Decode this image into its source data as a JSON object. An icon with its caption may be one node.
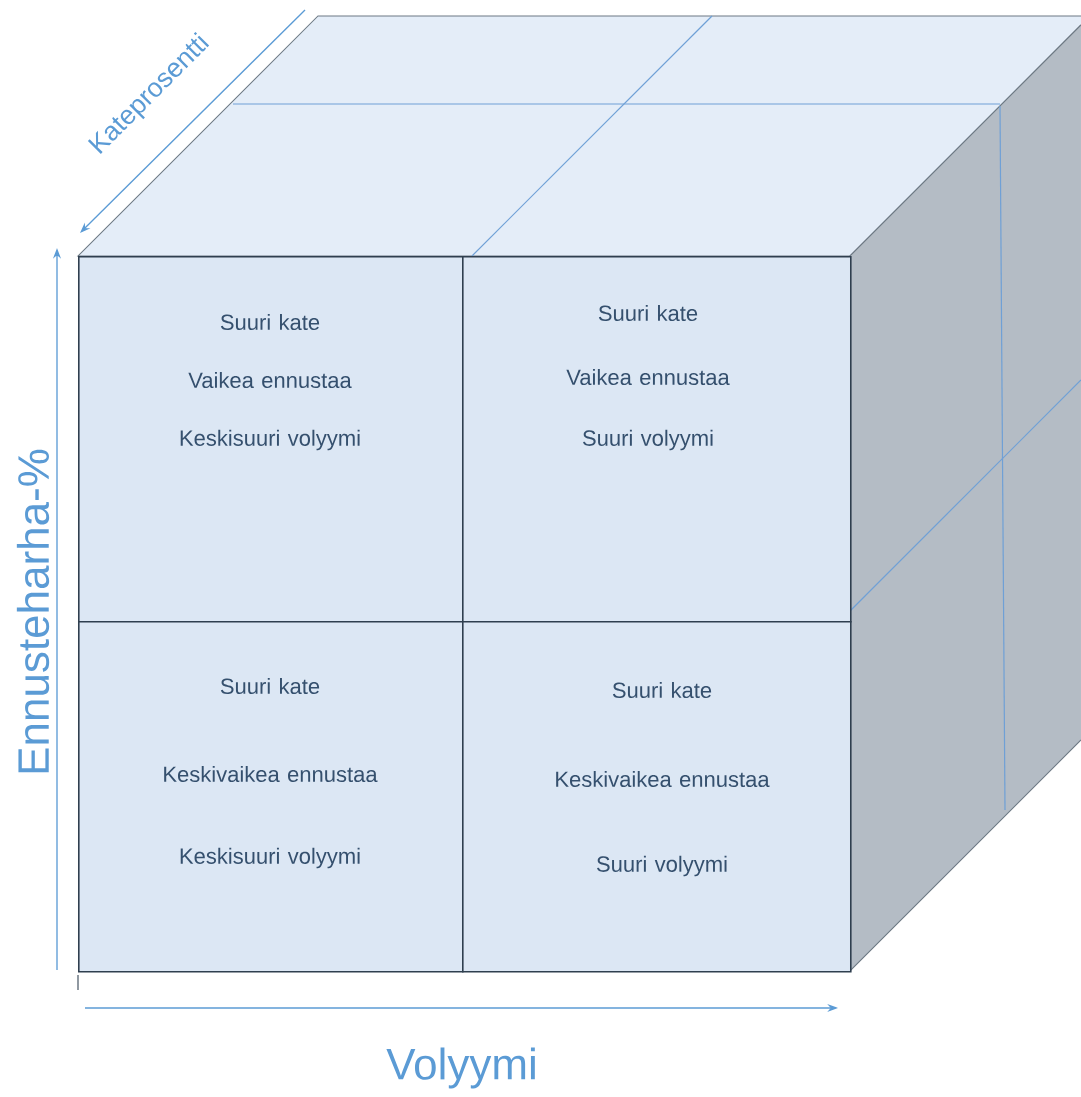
{
  "diagram": {
    "nodes": [
      {
        "text": [
          "Suuri kate",
          "Vaikea ennustaa",
          "Keskisuuri volyymi"
        ]
      },
      {
        "text": [
          "Suuri kate",
          "Vaikea ennustaa",
          "Suuri volyymi"
        ]
      },
      {
        "text": [
          "Suuri kate",
          "Keskivaikea ennustaa",
          "Keskisuuri volyymi"
        ]
      },
      {
        "text": [
          "Suuri kate",
          "Keskivaikea ennustaa",
          "Suuri volyymi"
        ]
      }
    ],
    "labels": [
      "Kateprosentti",
      "Ennusteharha-%",
      "Volyymi"
    ]
  }
}
